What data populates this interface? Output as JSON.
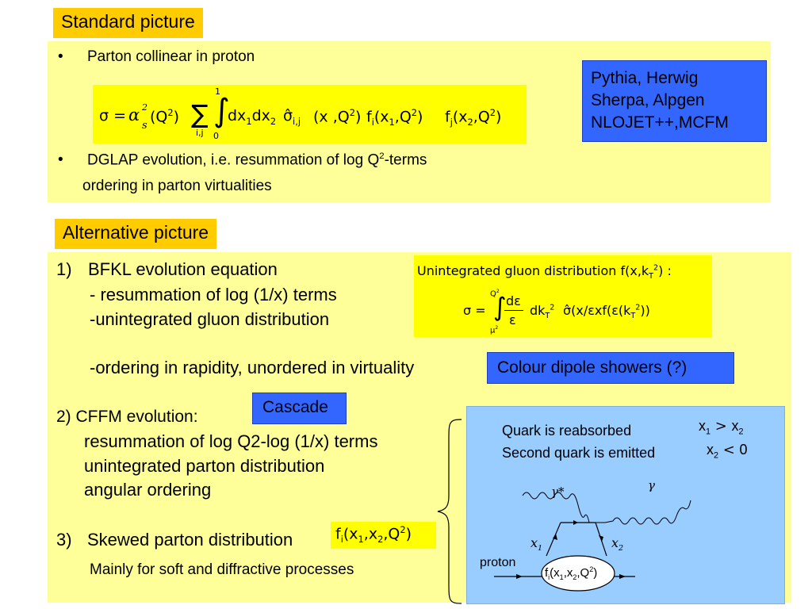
{
  "standard": {
    "label": "Standard picture",
    "bullet1": "Parton collinear in proton",
    "bullet2_pre": "DGLAP evolution, i.e. resummation of log Q",
    "bullet2_sup": "2",
    "bullet2_post": "-terms",
    "bullet2_line2": "ordering in parton virtualities",
    "formula": {
      "sigma": "σ =",
      "alpha": "α",
      "alpha_sub": "s",
      "alpha_sup": "2",
      "q2": "(Q",
      "q2_sup": "2",
      "q2_close": ")",
      "sum": "∑",
      "sum_sub": "i,j",
      "int": "∫",
      "int_top": "1",
      "int_bot": "0",
      "dx": "dx",
      "dx_sub1": "1",
      "dx2": "dx",
      "dx_sub2": "2",
      "sigmahat": "σ̂",
      "sigmahat_sub": "i,j",
      "args": "(x ,Q",
      "args_sup": "2",
      "args_close": ")",
      "fi": "f",
      "fi_sub": "i",
      "fi_args": "(x",
      "fi_x_sub": "1",
      "fi_q": ",Q",
      "fi_q_sup": "2",
      "fi_close": ")",
      "fj": "f",
      "fj_sub": "j",
      "fj_args": "(x",
      "fj_x_sub": "2",
      "fj_q": ",Q",
      "fj_q_sup": "2",
      "fj_close": ")"
    },
    "generators": [
      "Pythia, Herwig",
      "Sherpa, Alpgen",
      "NLOJET++,MCFM"
    ]
  },
  "alternative": {
    "label": "Alternative picture",
    "item1_num": "1)",
    "item1_title": "BFKL evolution equation",
    "item1_line2": "- resummation of log (1/x) terms",
    "item1_line3": "-unintegrated gluon distribution",
    "item1_line4": "-ordering in rapidity, unordered in virtuality",
    "ugd": {
      "title": "Unintegrated gluon distribution f(x,k",
      "title_sub": "T",
      "title_sup": "2",
      "title_close": ") :",
      "sigma": "σ =",
      "int_top": "Q",
      "int_top_sup": "2",
      "int_bot": "μ",
      "int_bot_sup": "2",
      "frac_num": "dε",
      "frac_den": "ε",
      "dk": "dk",
      "dk_sub": "T",
      "dk_sup": "2",
      "rest": "σ̂(x/εxf(ε(k",
      "rest_sub": "T",
      "rest_sup": "2",
      "rest_close": "))"
    },
    "dipole": "Colour dipole showers (?)",
    "cascade": "Cascade",
    "item2_title": "2) CFFM evolution:",
    "item2_line2": "resummation of log Q2-log (1/x) terms",
    "item2_line3": "unintegrated parton distribution",
    "item2_line4": "angular ordering",
    "item3_num": "3)",
    "item3_title": "Skewed parton distribution",
    "skewed": {
      "f": "f",
      "f_sub": "i",
      "open": "(x",
      "x1_sub": "1",
      "comma": ",x",
      "x2_sub": "2",
      "q": ",Q",
      "q_sup": "2",
      "close": ")"
    },
    "item3_line2": "Mainly for soft and diffractive processes"
  },
  "diagram": {
    "line1": "Quark is reabsorbed",
    "line2": "Second quark is emitted",
    "ineq1_a": "x",
    "ineq1_a_sub": "1",
    "ineq1_op": " > ",
    "ineq1_b": "x",
    "ineq1_b_sub": "2",
    "ineq2_a": "x",
    "ineq2_a_sub": "2",
    "ineq2_op": " < ",
    "ineq2_b": "0",
    "gamma_star": "γ*",
    "gamma": "γ",
    "x1": "x",
    "x1_sub": "1",
    "x2": "x",
    "x2_sub": "2",
    "proton": "proton",
    "blob_f": "f",
    "blob_f_sub": "i",
    "blob_open": "(x",
    "blob_x1_sub": "1",
    "blob_comma": ",x",
    "blob_x2_sub": "2",
    "blob_q": ",Q",
    "blob_q_sup": "2",
    "blob_close": ")"
  },
  "colors": {
    "panel": "#ffff99",
    "label": "#ffcc00",
    "formula": "#ffff00",
    "blue_box": "#3366ff",
    "diagram_bg": "#99ccff"
  }
}
